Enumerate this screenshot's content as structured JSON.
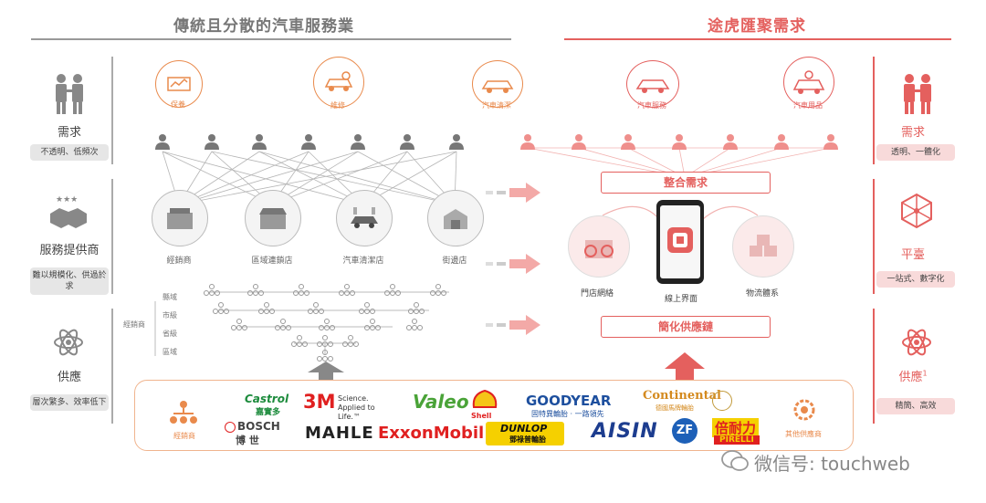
{
  "headers": {
    "left": "傳統且分散的汽車服務業",
    "right": "途虎匯聚需求"
  },
  "left_side": [
    {
      "label": "需求",
      "box": "不透明、低頻次"
    },
    {
      "label": "服務提供商",
      "box": "難以規模化、供過於求"
    },
    {
      "label": "供應",
      "box": "層次繁多、效率低下"
    }
  ],
  "right_side": [
    {
      "label": "需求",
      "box": "透明、一體化"
    },
    {
      "label": "平臺",
      "box": "一站式、數字化"
    },
    {
      "label": "供應",
      "sup": "1",
      "box": "精簡、高效"
    }
  ],
  "left_services": [
    {
      "label": "保養",
      "icon": "maintenance-icon"
    },
    {
      "label": "維修",
      "icon": "repair-icon"
    },
    {
      "label": "汽車清潔",
      "icon": "car-wash-icon"
    }
  ],
  "right_services": [
    {
      "label": "汽車服務",
      "icon": "car-service-icon"
    },
    {
      "label": "汽車用品",
      "icon": "auto-parts-icon"
    }
  ],
  "stores": [
    "經銷商",
    "區域連鎖店",
    "汽車清潔店",
    "街邊店"
  ],
  "tiers": [
    "縣域",
    "市級",
    "省級",
    "區域"
  ],
  "tier_title": "經銷商",
  "integrate": "整合需求",
  "simplify": "簡化供應鏈",
  "platform_nodes": [
    "門店網絡",
    "線上界面",
    "物流體系"
  ],
  "supplier_left_label": "經銷商",
  "supplier_right_label": "其他供應商",
  "brands": {
    "castrol": "Castrol",
    "castrol_cn": "嘉實多",
    "threem": "3M",
    "threem_tag": "Science. Applied to Life.™",
    "valeo": "Valeo",
    "shell": "Shell",
    "goodyear": "GOODYEAR",
    "goodyear_cn": "固特異輪胎 · 一路領先",
    "continental": "Continental",
    "continental_cn": "德國馬牌輪胎",
    "bosch": "BOSCH",
    "bosch_cn": "博 世",
    "mahle": "MAHLE",
    "exxon": "ExxonMobil",
    "dunlop": "DUNLOP",
    "dunlop_cn": "鄧祿普輪胎",
    "aisin": "AISIN",
    "zf": "ZF",
    "pirelli_cn": "倍耐力",
    "pirelli": "PIRELLI"
  },
  "watermark": "微信号: touchweb",
  "colors": {
    "accent": "#e4605e",
    "gray": "#8a8a8a",
    "orange": "#e98a4c"
  }
}
